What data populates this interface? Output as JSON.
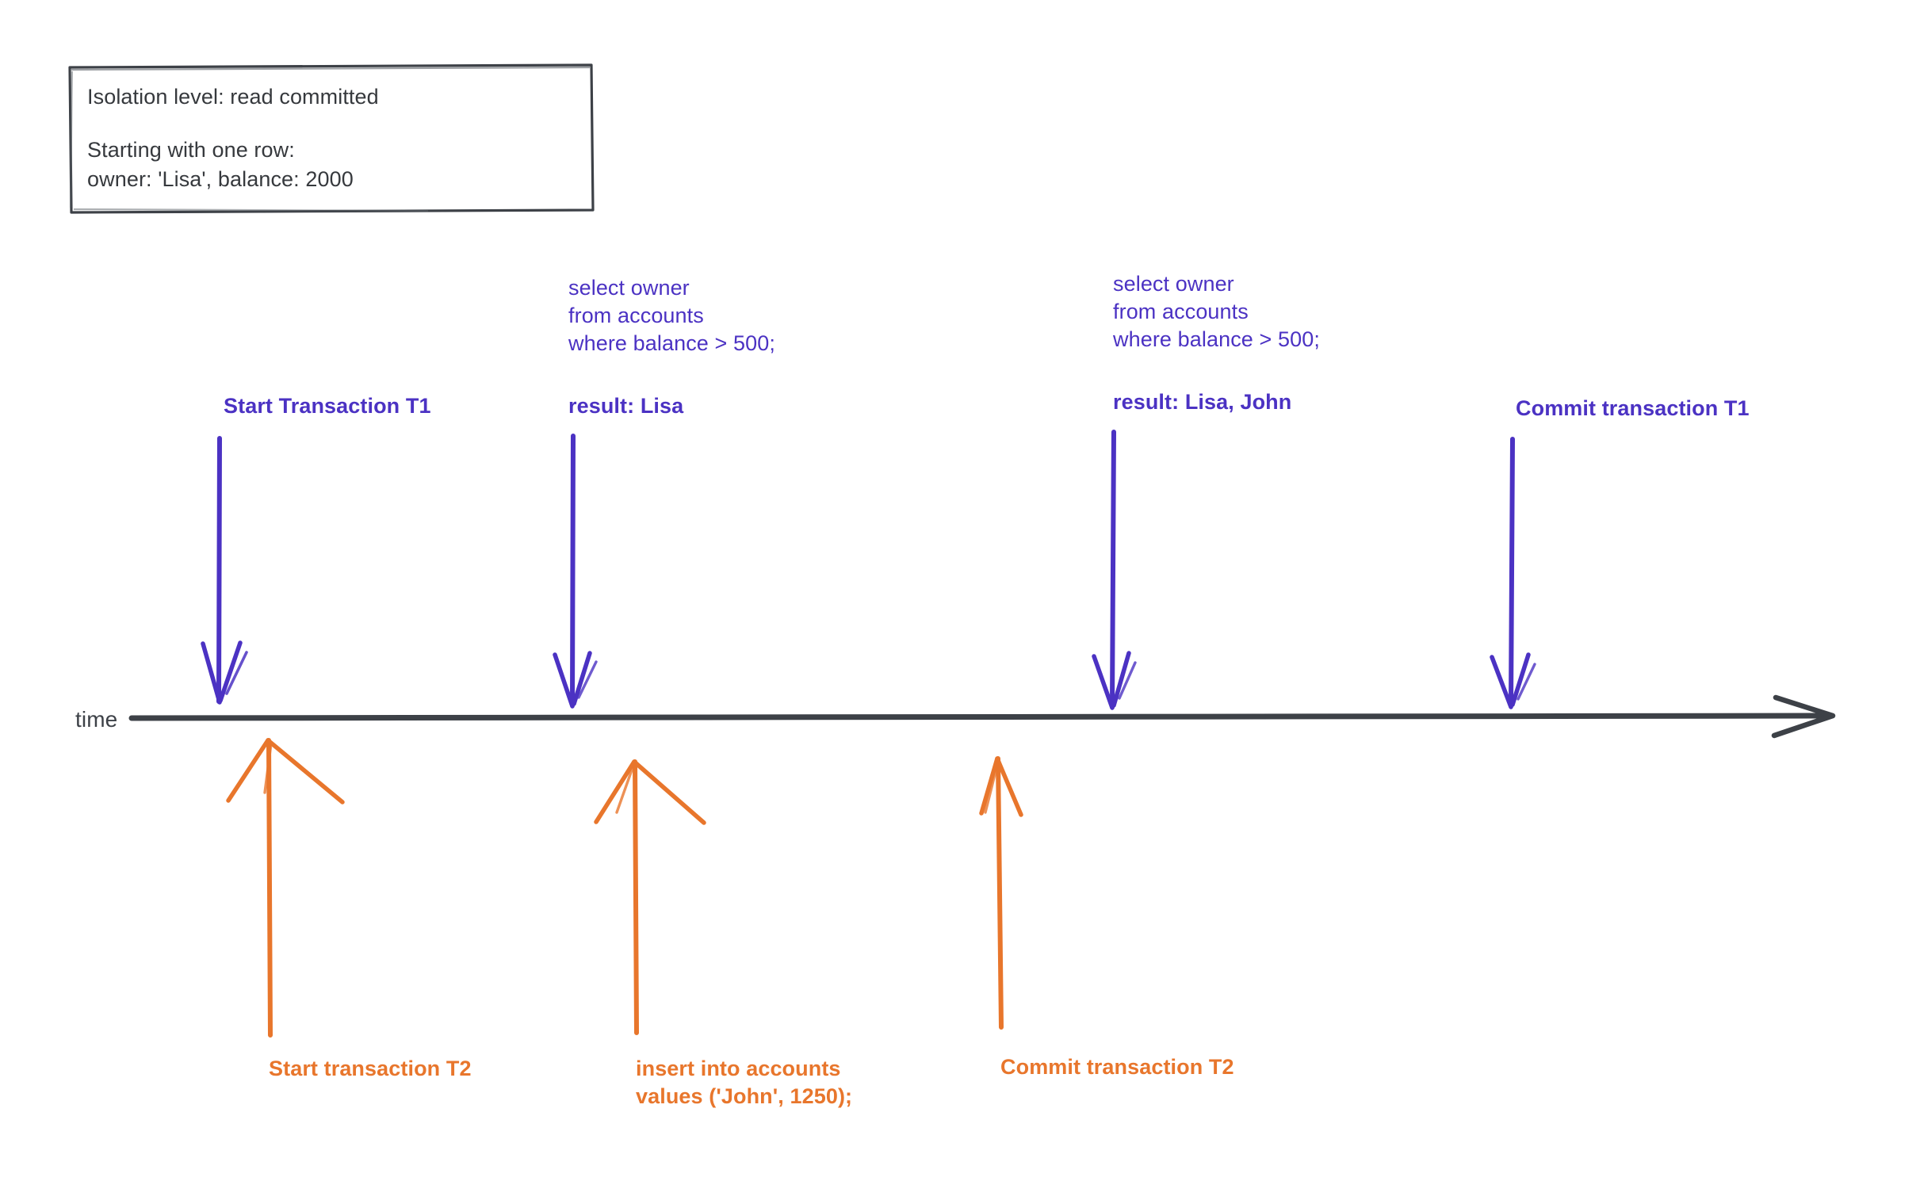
{
  "diagram": {
    "title_note": {
      "line1": "Isolation level: read committed",
      "line2": "Starting with one row:",
      "line3": "owner: 'Lisa', balance: 2000"
    },
    "axis": {
      "label": "time",
      "arrow_icon": "arrow-right-icon"
    },
    "colors": {
      "transaction_t1": "#4b32c3",
      "transaction_t2": "#e8762c",
      "axis": "#3d4147",
      "note_text": "#36393d",
      "background": "#ffffff"
    },
    "t1_events": [
      {
        "id": "start-t1",
        "label": "Start Transaction T1",
        "code": "",
        "result": "",
        "icon": "arrow-down-icon"
      },
      {
        "id": "select-1",
        "label": "",
        "code": "select owner\nfrom accounts\nwhere balance > 500;",
        "result": "result: Lisa",
        "icon": "arrow-down-icon"
      },
      {
        "id": "select-2",
        "label": "",
        "code": "select owner\nfrom accounts\nwhere balance > 500;",
        "result": "result: Lisa, John",
        "icon": "arrow-down-icon"
      },
      {
        "id": "commit-t1",
        "label": "Commit transaction T1",
        "code": "",
        "result": "",
        "icon": "arrow-down-icon"
      }
    ],
    "t2_events": [
      {
        "id": "start-t2",
        "label": "Start transaction T2",
        "icon": "arrow-up-icon"
      },
      {
        "id": "insert-t2",
        "label": "insert into accounts\nvalues ('John', 1250);",
        "icon": "arrow-up-icon"
      },
      {
        "id": "commit-t2",
        "label": "Commit transaction T2",
        "icon": "arrow-up-icon"
      }
    ]
  }
}
